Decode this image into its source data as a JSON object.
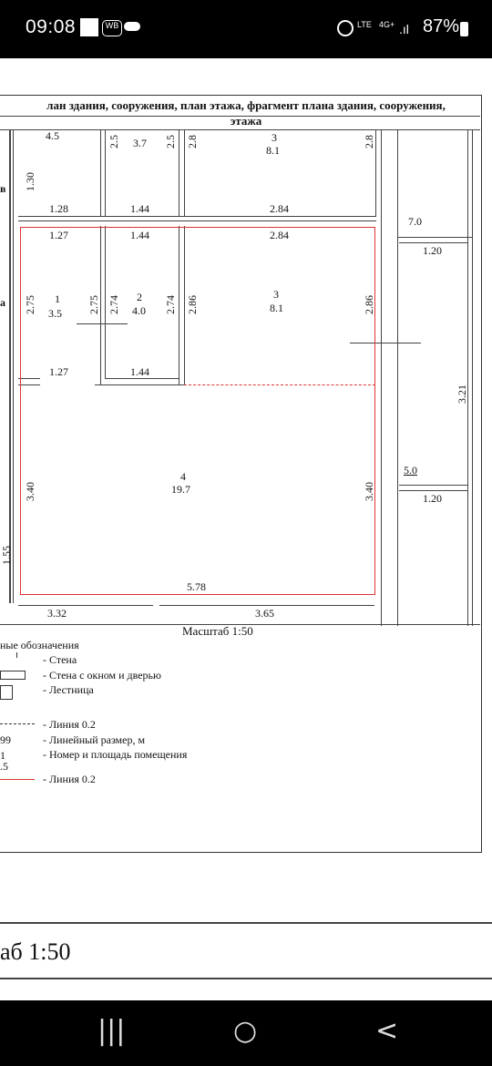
{
  "status": {
    "time": "09:08",
    "battery": "87%",
    "network": "4G+",
    "lte": "LTE"
  },
  "plan": {
    "title_line1": "лан здания, сооружения, план этажа, фрагмент плана здания, сооружения,",
    "title_line2": "этажа",
    "scale": "Масштаб 1:50",
    "bottom_scale": "аб 1:50",
    "dims": {
      "d1": "4.5",
      "d2": "2.5",
      "d3": "3.7",
      "d4": "2.5",
      "d5": "2.8",
      "d6": "3",
      "d7": "8.1",
      "d8": "2.8",
      "d9": "1.30",
      "d10": "1.28",
      "d11": "1.44",
      "d12": "2.84",
      "d13": "7.0",
      "d14": "1.27",
      "d15": "1.44",
      "d16": "2.84",
      "d17": "1.20",
      "d18": "2.75",
      "d19": "1",
      "d20": "3.5",
      "d21": "2.75",
      "d22": "2.74",
      "d23": "2",
      "d24": "4.0",
      "d25": "2.74",
      "d26": "2.86",
      "d27": "3",
      "d28": "8.1",
      "d29": "2.86",
      "d30": "1.27",
      "d31": "1.44",
      "d32": "3.21",
      "d33": "3.40",
      "d34": "4",
      "d35": "19.7",
      "d36": "3.40",
      "d37": "5.0",
      "d38": "1.20",
      "d39": "5.78",
      "d40": "3.32",
      "d41": "3.65",
      "d42": "1.55",
      "lblB": "в",
      "lblA": "а"
    },
    "legend": {
      "heading": "ные обозначения",
      "items": [
        "- Стена",
        "- Стена с окном и дверью",
        "- Лестница",
        "- Линия 0.2",
        "- Линейный размер, м",
        "- Номер и площадь помещения",
        "- Линия 0.2"
      ],
      "sample1": "99",
      "sample2": "1",
      "sample3": ".5"
    }
  },
  "nav": {
    "recent": "|||",
    "home": "○",
    "back": "<"
  }
}
